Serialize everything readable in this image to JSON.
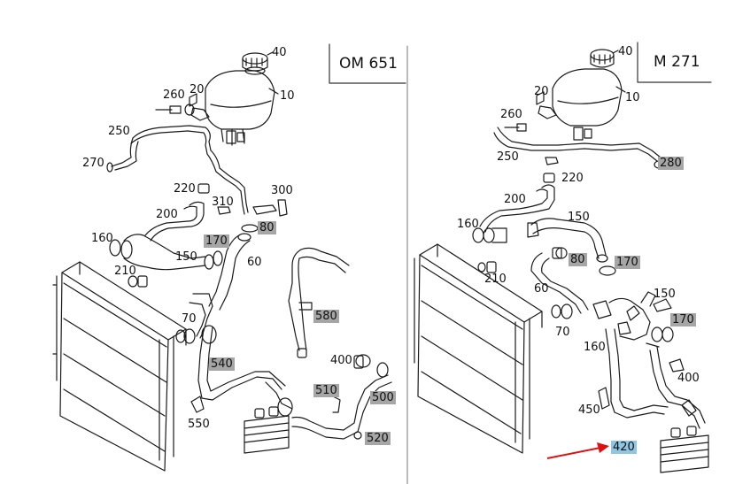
{
  "panels": [
    {
      "engine": "OM 651",
      "callouts": [
        {
          "id": "40",
          "style": "plain"
        },
        {
          "id": "20",
          "style": "plain"
        },
        {
          "id": "260",
          "style": "plain"
        },
        {
          "id": "10",
          "style": "plain"
        },
        {
          "id": "250",
          "style": "plain"
        },
        {
          "id": "270",
          "style": "plain"
        },
        {
          "id": "220",
          "style": "plain"
        },
        {
          "id": "310",
          "style": "plain"
        },
        {
          "id": "300",
          "style": "plain"
        },
        {
          "id": "200",
          "style": "plain"
        },
        {
          "id": "80",
          "style": "grey"
        },
        {
          "id": "160",
          "style": "plain"
        },
        {
          "id": "170",
          "style": "grey"
        },
        {
          "id": "150",
          "style": "plain"
        },
        {
          "id": "60",
          "style": "plain"
        },
        {
          "id": "210",
          "style": "plain"
        },
        {
          "id": "70",
          "style": "plain"
        },
        {
          "id": "580",
          "style": "grey"
        },
        {
          "id": "540",
          "style": "grey"
        },
        {
          "id": "400",
          "style": "plain"
        },
        {
          "id": "510",
          "style": "grey"
        },
        {
          "id": "500",
          "style": "grey"
        },
        {
          "id": "550",
          "style": "plain"
        },
        {
          "id": "520",
          "style": "grey"
        }
      ]
    },
    {
      "engine": "M 271",
      "callouts": [
        {
          "id": "40",
          "style": "plain"
        },
        {
          "id": "20",
          "style": "plain"
        },
        {
          "id": "10",
          "style": "plain"
        },
        {
          "id": "260",
          "style": "plain"
        },
        {
          "id": "250",
          "style": "plain"
        },
        {
          "id": "280",
          "style": "grey"
        },
        {
          "id": "220",
          "style": "plain"
        },
        {
          "id": "200",
          "style": "plain"
        },
        {
          "id": "150",
          "style": "plain"
        },
        {
          "id": "160",
          "style": "plain"
        },
        {
          "id": "80",
          "style": "grey"
        },
        {
          "id": "170",
          "style": "grey"
        },
        {
          "id": "210",
          "style": "plain"
        },
        {
          "id": "60",
          "style": "plain"
        },
        {
          "id": "150",
          "style": "plain"
        },
        {
          "id": "170",
          "style": "grey"
        },
        {
          "id": "70",
          "style": "plain"
        },
        {
          "id": "160",
          "style": "plain"
        },
        {
          "id": "400",
          "style": "plain"
        },
        {
          "id": "450",
          "style": "plain"
        },
        {
          "id": "420",
          "style": "blue"
        }
      ]
    }
  ],
  "colors": {
    "line": "#1a1a1a",
    "highlight_grey": "#a6a6a6",
    "highlight_blue": "#8fc6e3",
    "arrow": "#e01010"
  }
}
